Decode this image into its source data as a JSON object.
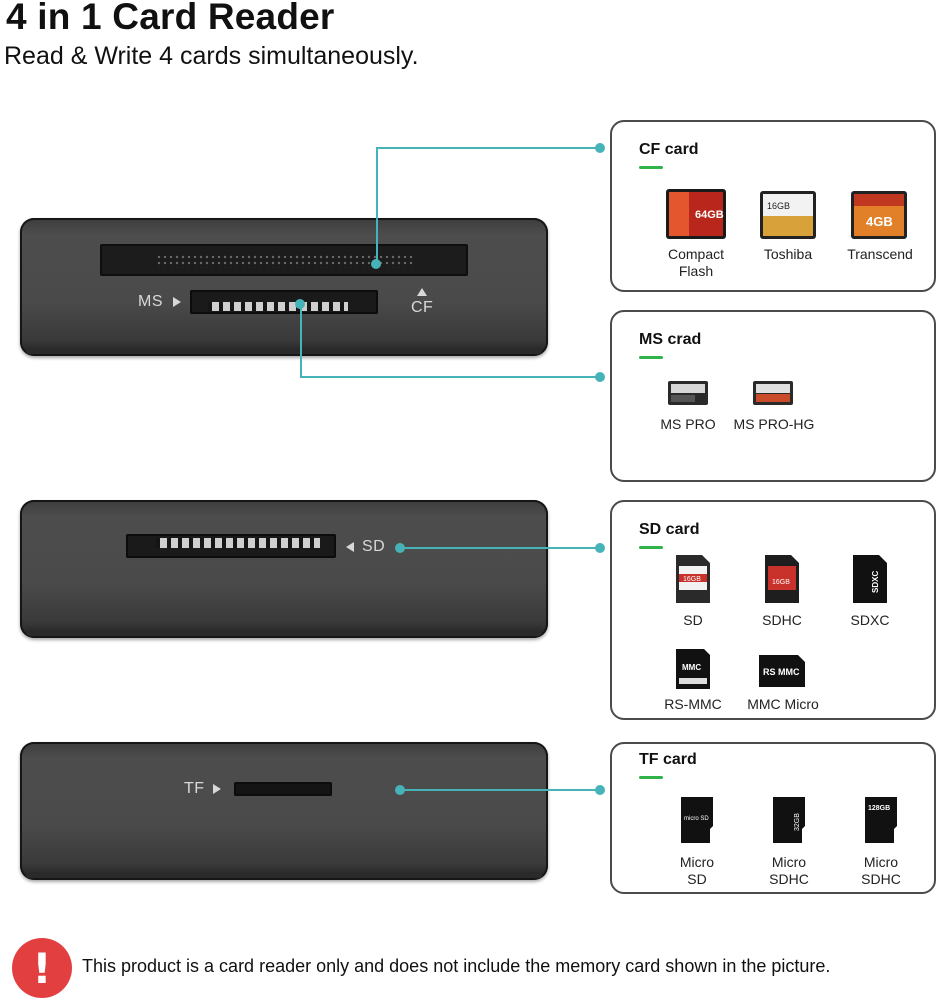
{
  "header": {
    "title": "4 in 1 Card Reader",
    "subtitle": "Read & Write 4 cards simultaneously."
  },
  "reader_labels": {
    "ms": "MS",
    "cf": "CF",
    "sd": "SD",
    "tf": "TF"
  },
  "panels": [
    {
      "title": "CF card",
      "cards": [
        {
          "label": "Compact\nFlash",
          "icon": "compactflash-card-icon",
          "print": "64GB"
        },
        {
          "label": "Toshiba",
          "icon": "toshiba-cf-card-icon",
          "print": "16GB"
        },
        {
          "label": "Transcend",
          "icon": "transcend-cf-card-icon",
          "print": "4GB"
        }
      ]
    },
    {
      "title": "MS crad",
      "cards": [
        {
          "label": "MS PRO",
          "icon": "ms-pro-card-icon"
        },
        {
          "label": "MS PRO-HG",
          "icon": "ms-pro-hg-card-icon"
        }
      ]
    },
    {
      "title": "SD card",
      "cards": [
        {
          "label": "SD",
          "icon": "sd-card-icon",
          "print": "16GB"
        },
        {
          "label": "SDHC",
          "icon": "sdhc-card-icon",
          "print": "16GB"
        },
        {
          "label": "SDXC",
          "icon": "sdxc-card-icon",
          "print": "SDXC"
        },
        {
          "label": "RS-MMC",
          "icon": "rs-mmc-card-icon",
          "print": "MMC"
        },
        {
          "label": "MMC Micro",
          "icon": "mmc-micro-card-icon",
          "print": "RS MMC"
        }
      ]
    },
    {
      "title": "TF card",
      "cards": [
        {
          "label": "Micro\nSD",
          "icon": "microsd-card-icon",
          "print": "micro SD"
        },
        {
          "label": "Micro\nSDHC",
          "icon": "microsdhc-card-icon",
          "print": "32GB"
        },
        {
          "label": "Micro\nSDHC",
          "icon": "microsdxc-card-icon",
          "print": "128GB"
        }
      ]
    }
  ],
  "footer": {
    "warning_icon": "exclamation-icon",
    "note": "This product is a card reader only and does not include the memory card shown in the picture."
  },
  "colors": {
    "accent_line": "#46b3b9",
    "title_bar": "#2fb34a",
    "warning": "#e24040"
  }
}
